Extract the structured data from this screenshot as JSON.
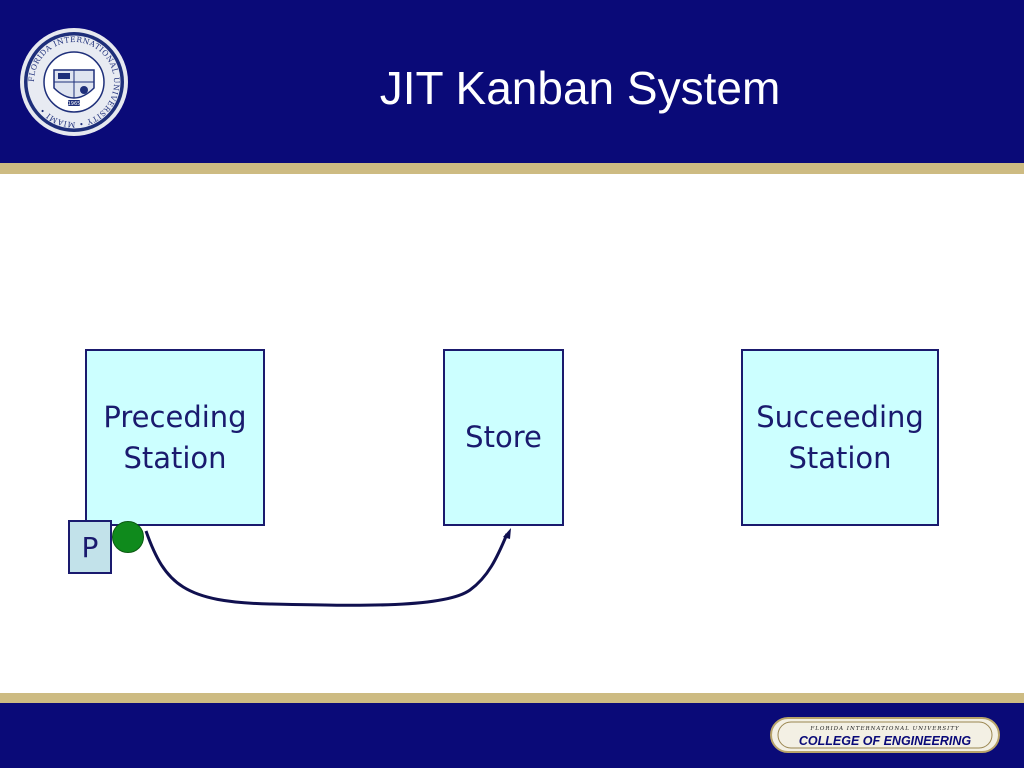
{
  "slide": {
    "title": "JIT Kanban System"
  },
  "stations": {
    "preceding": [
      "Preceding",
      "Station"
    ],
    "store": [
      "Store"
    ],
    "succeeding": [
      "Succeeding",
      "Station"
    ]
  },
  "kanban_card": {
    "label": "P"
  },
  "footer": {
    "university": "FLORIDA INTERNATIONAL UNIVERSITY",
    "college": "COLLEGE OF ENGINEERING"
  },
  "seal": {
    "ring_text": "FLORIDA INTERNATIONAL UNIVERSITY • MIAMI •",
    "year": "1965"
  },
  "colors": {
    "navy": "#0a0a78",
    "gold": "#cdbb82",
    "box_fill": "#ccffff",
    "box_border": "#1a1a6e",
    "kanban_dot": "#0f8a1c"
  }
}
